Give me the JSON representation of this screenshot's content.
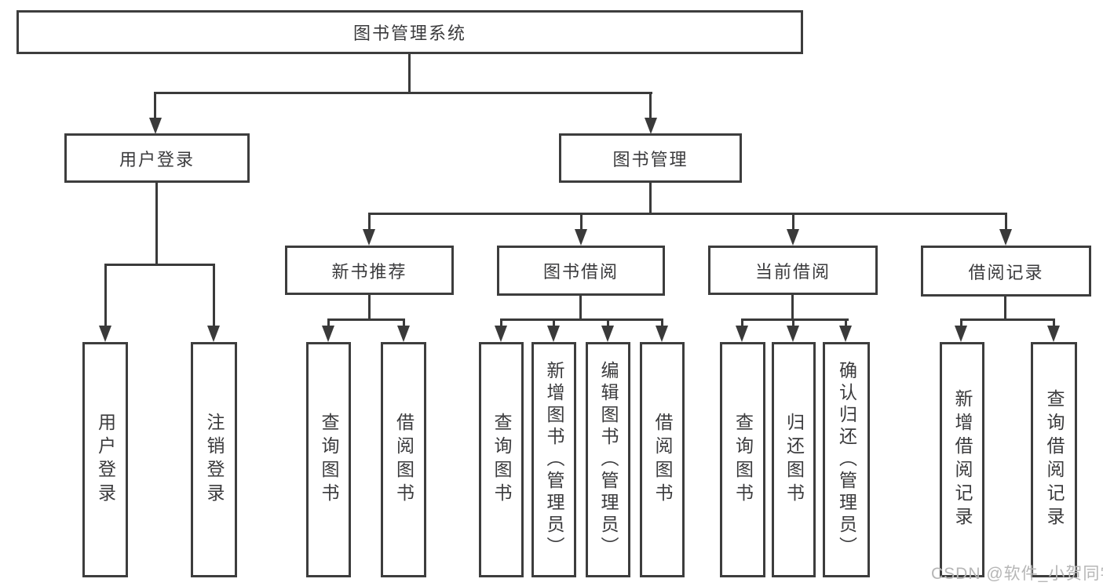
{
  "diagram": {
    "nodes": {
      "root": "图书管理系统",
      "user_login": "用户登录",
      "book_management": "图书管理",
      "new_book_recommend": "新书推荐",
      "book_borrowing": "图书借阅",
      "current_borrowing": "当前借阅",
      "borrowing_records": "借阅记录",
      "leaf_user_login": "用户登录",
      "leaf_logout": "注销登录",
      "leaf_nb_query_books": "查询图书",
      "leaf_nb_borrow_books": "借阅图书",
      "leaf_bb_query_books": "查询图书",
      "leaf_bb_add_books": "新增图书（管理员）",
      "leaf_bb_edit_books": "编辑图书（管理员）",
      "leaf_bb_borrow_books": "借阅图书",
      "leaf_cb_query_books": "查询图书",
      "leaf_cb_return_books": "归还图书",
      "leaf_cb_confirm_return": "确认归还（管理员）",
      "leaf_br_add_record": "新增借阅记录",
      "leaf_br_query_record": "查询借阅记录"
    }
  },
  "watermark": "CSDN @软件_小贺同学"
}
